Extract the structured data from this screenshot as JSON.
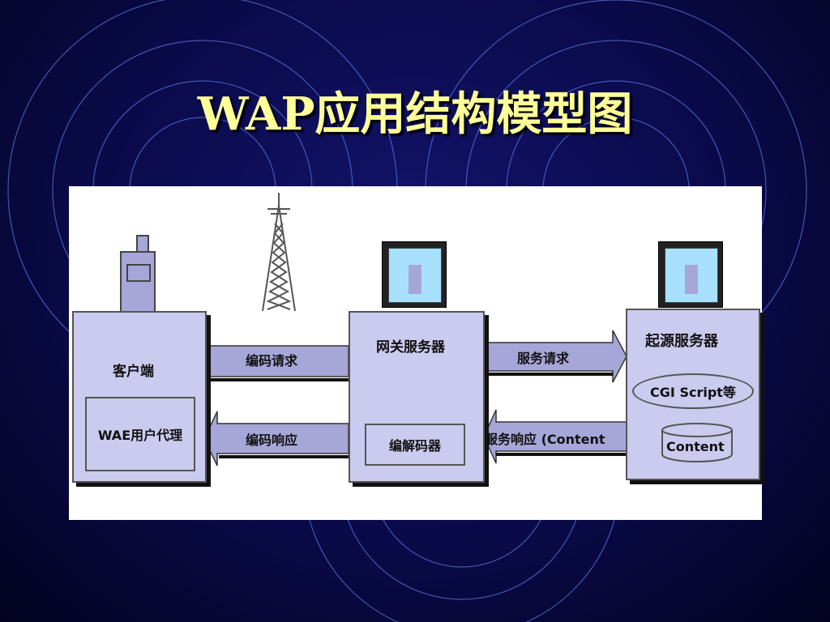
{
  "slide": {
    "title": "WAP应用结构模型图"
  },
  "diagram": {
    "client": {
      "label": "客户端",
      "inner": "WAE用户代理"
    },
    "gateway": {
      "label": "网关服务器",
      "inner": "编解码器"
    },
    "origin": {
      "label": "起源服务器",
      "cgi": "CGI Script等",
      "content": "Content"
    },
    "arrows": {
      "encoded_request": "编码请求",
      "encoded_response": "编码响应",
      "service_request": "服务请求",
      "service_response": "服务响应 (Content"
    }
  },
  "colors": {
    "title": "#ffff99",
    "box_fill": "#cbcbf0",
    "arrow_fill": "#a6a6d8",
    "screen": "#a8e0ff"
  }
}
